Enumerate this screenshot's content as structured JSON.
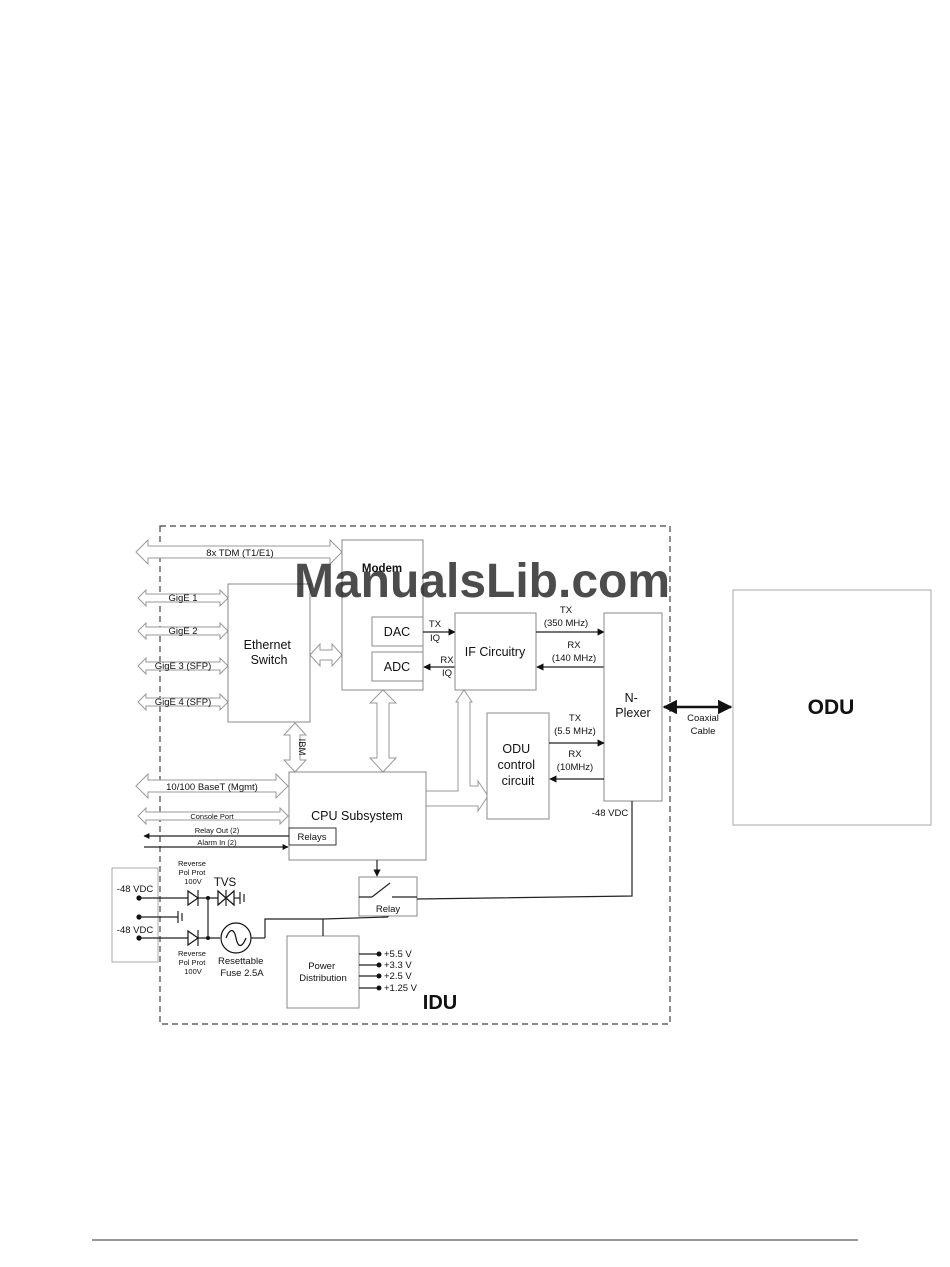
{
  "watermark": "ManualsLib.com",
  "idu": {
    "label": "IDU"
  },
  "odu": {
    "label": "ODU"
  },
  "blocks": {
    "modem": "Modem",
    "dac": "DAC",
    "adc": "ADC",
    "ethernet_switch": [
      "Ethernet",
      "Switch"
    ],
    "if_circuitry": "IF Circuitry",
    "nplexer": [
      "N-",
      "Plexer"
    ],
    "odu_control": [
      "ODU",
      "control",
      "circuit"
    ],
    "cpu": "CPU Subsystem",
    "relays": "Relays",
    "relay": "Relay",
    "power_distribution": [
      "Power",
      "Distribution"
    ]
  },
  "interfaces": {
    "tdm": "8x TDM (T1/E1)",
    "gige1": "GigE 1",
    "gige2": "GigE 2",
    "gige3": "GigE 3 (SFP)",
    "gige4": "GigE 4 (SFP)",
    "mgmt": "10/100 BaseT (Mgmt)",
    "console": "Console Port",
    "relay_out": "Relay Out (2)",
    "alarm_in": "Alarm In (2)"
  },
  "signals": {
    "tx_iq": [
      "TX",
      "IQ"
    ],
    "rx_iq": [
      "RX",
      "IQ"
    ],
    "tx_if": [
      "TX",
      "(350 MHz)"
    ],
    "rx_if": [
      "RX",
      "(140 MHz)"
    ],
    "tx_ctrl": [
      "TX",
      "(5.5 MHz)"
    ],
    "rx_ctrl": [
      "RX",
      "(10MHz)"
    ],
    "ibm": "IBM",
    "coaxial": [
      "Coaxial",
      "Cable"
    ],
    "minus48_plexer": "-48 VDC"
  },
  "power": {
    "input_top": "-48 VDC",
    "input_bottom": "-48 VDC",
    "reverse_top": [
      "Reverse",
      "Pol Prot",
      "100V"
    ],
    "reverse_bottom": [
      "Reverse",
      "Pol Prot",
      "100V"
    ],
    "tvs": "TVS",
    "fuse": [
      "Resettable",
      "Fuse 2.5A"
    ],
    "rails": [
      "+5.5 V",
      "+3.3 V",
      "+2.5 V",
      "+1.25 V"
    ]
  }
}
